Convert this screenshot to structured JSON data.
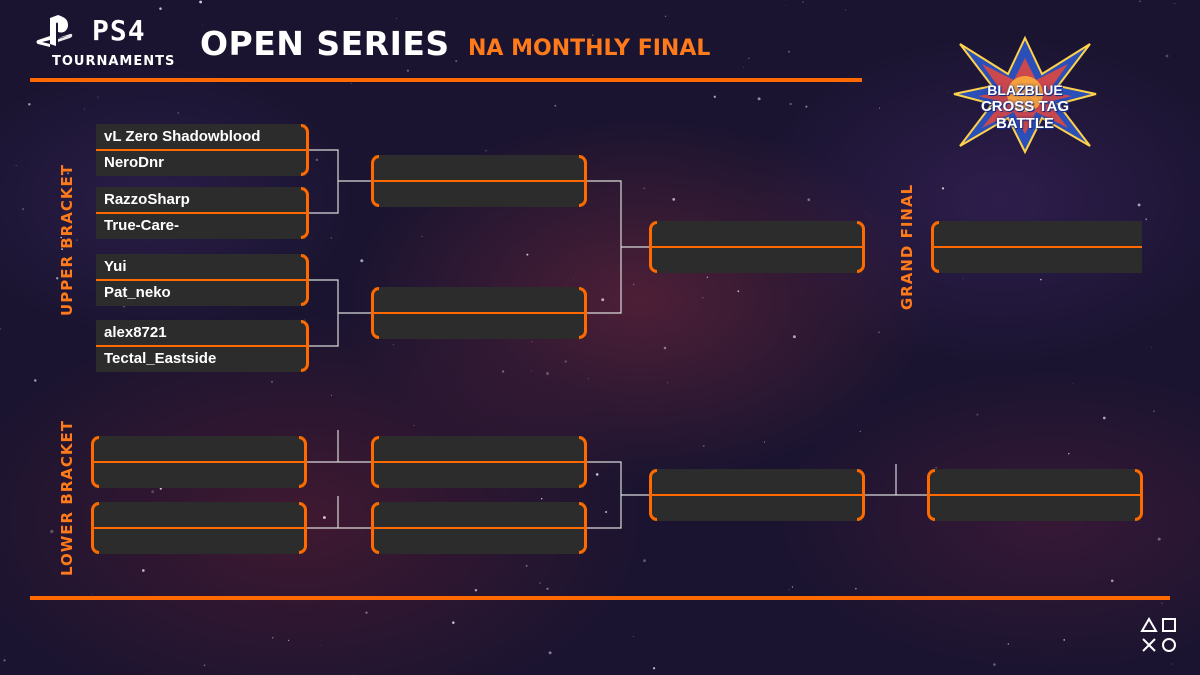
{
  "header": {
    "platform": "PS4",
    "platform_sub": "TOURNAMENTS",
    "title": "OPEN SERIES",
    "subtitle": "NA MONTHLY FINAL"
  },
  "game_logo": {
    "line1": "BLAZBLUE",
    "line2": "CROSS TAG BATTLE"
  },
  "labels": {
    "upper": "UPPER BRACKET",
    "lower": "LOWER BRACKET",
    "grand_final": "GRAND FINAL"
  },
  "upper_bracket": {
    "round1": [
      {
        "p1": "vL Zero Shadowblood",
        "p2": "NeroDnr"
      },
      {
        "p1": "RazzoSharp",
        "p2": "True-Care-"
      },
      {
        "p1": "Yui",
        "p2": "Pat_neko"
      },
      {
        "p1": "alex8721",
        "p2": "Tectal_Eastside"
      }
    ],
    "round2": [
      {
        "p1": "",
        "p2": ""
      },
      {
        "p1": "",
        "p2": ""
      }
    ],
    "final": {
      "p1": "",
      "p2": ""
    }
  },
  "grand_final": {
    "p1": "",
    "p2": ""
  },
  "lower_bracket": {
    "round1": [
      {
        "p1": "",
        "p2": ""
      },
      {
        "p1": "",
        "p2": ""
      }
    ],
    "round2": [
      {
        "p1": "",
        "p2": ""
      },
      {
        "p1": "",
        "p2": ""
      }
    ],
    "semi": {
      "p1": "",
      "p2": ""
    },
    "final": {
      "p1": "",
      "p2": ""
    }
  },
  "colors": {
    "accent": "#ff6a00",
    "box": "#2c2c2c",
    "background": "#1a1430"
  }
}
